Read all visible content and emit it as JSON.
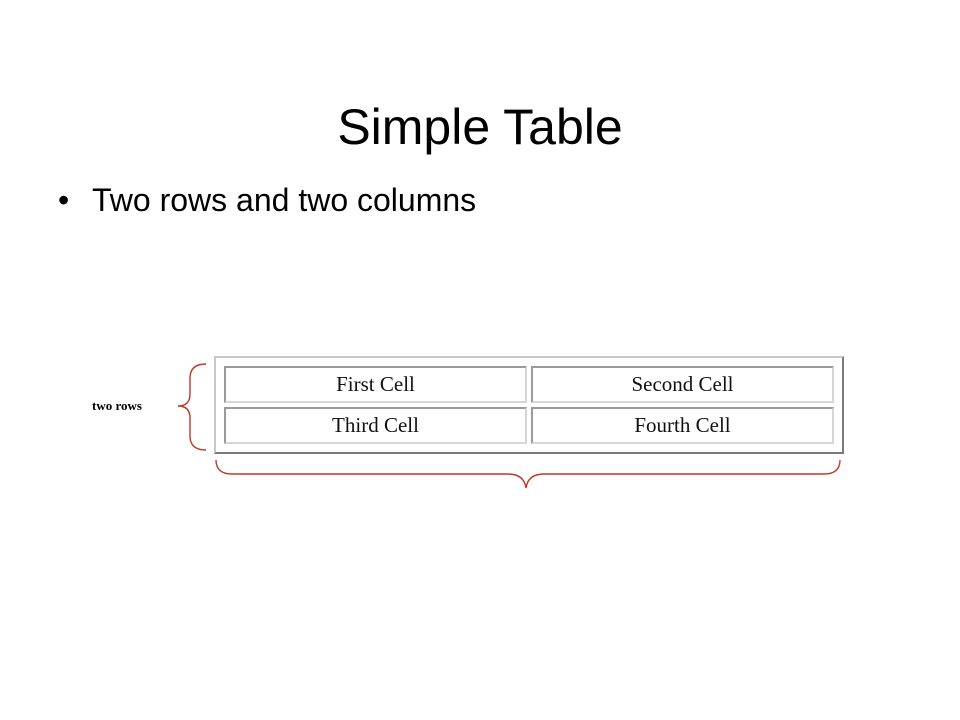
{
  "slide": {
    "title": "Simple Table",
    "bullets": [
      {
        "text": "Two rows and two columns"
      }
    ]
  },
  "diagram": {
    "rows_label": "two rows",
    "table": {
      "rows": [
        [
          "First Cell",
          "Second Cell"
        ],
        [
          "Third Cell",
          "Fourth Cell"
        ]
      ]
    },
    "brace_color": "#c0392b"
  }
}
